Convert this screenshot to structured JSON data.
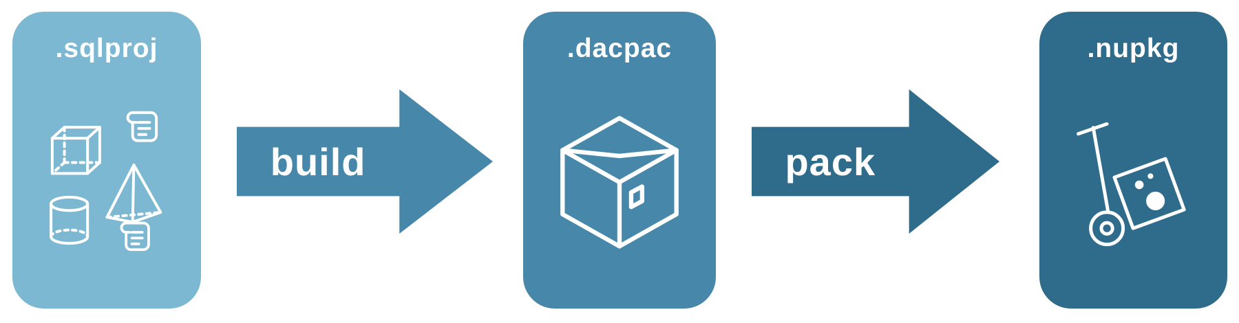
{
  "nodes": [
    {
      "label": ".sqlproj",
      "color": "#7db8d2",
      "icon": "sql-objects-scripts-icon"
    },
    {
      "label": ".dacpac",
      "color": "#4787a9",
      "icon": "package-box-icon"
    },
    {
      "label": ".nupkg",
      "color": "#2f6b8a",
      "icon": "hand-truck-package-icon"
    }
  ],
  "arrows": [
    {
      "label": "build",
      "color": "#4787a9"
    },
    {
      "label": "pack",
      "color": "#2f6b8a"
    }
  ],
  "text_color": "#ffffff"
}
